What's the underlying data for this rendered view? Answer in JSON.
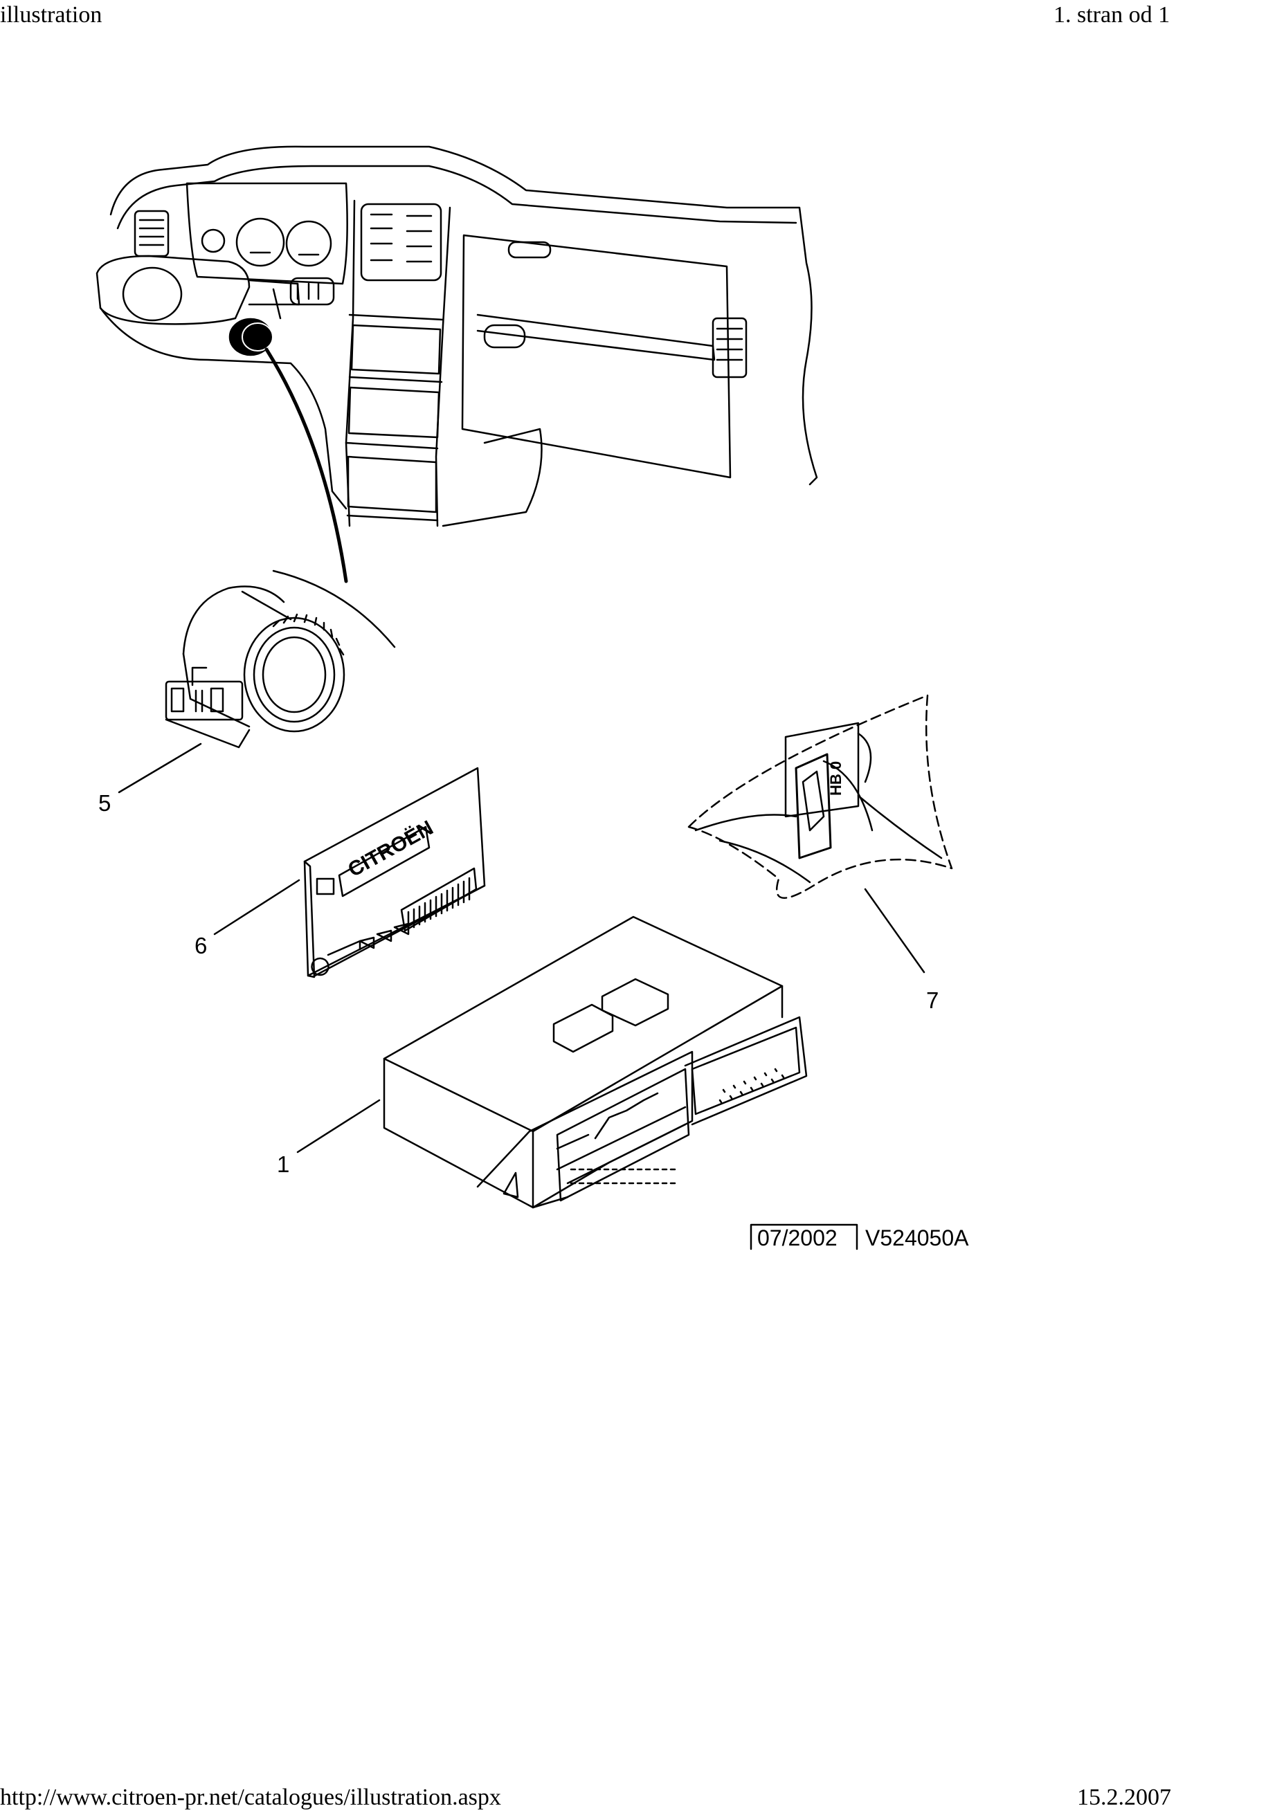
{
  "header": {
    "title": "illustration",
    "page_indicator": "1. stran od 1"
  },
  "footer": {
    "url": "http://www.citroen-pr.net/catalogues/illustration.aspx",
    "date": "15.2.2007"
  },
  "diagram": {
    "callouts": {
      "part_5": "5",
      "part_6": "6",
      "part_7": "7",
      "part_1": "1"
    },
    "card_brand": "CITROËN",
    "tag_label": "HB 0",
    "reference_date": "07/2002",
    "reference_code": "V524050A"
  },
  "colors": {
    "ink": "#000000",
    "paper": "#ffffff"
  }
}
